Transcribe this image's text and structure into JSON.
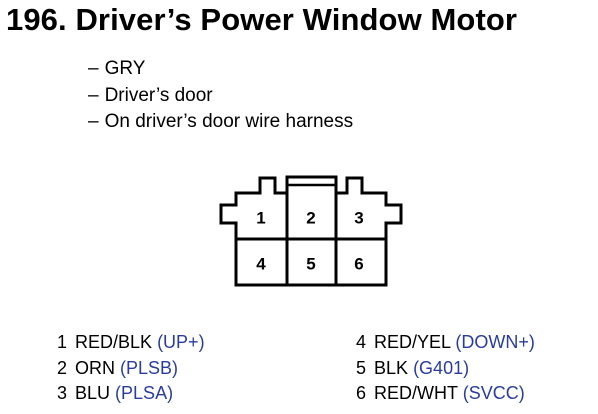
{
  "title": "196. Driver’s Power Window Motor",
  "details": [
    "GRY",
    "Driver’s door",
    "On driver’s door wire harness"
  ],
  "connector": {
    "pins": [
      "1",
      "2",
      "3",
      "4",
      "5",
      "6"
    ]
  },
  "pinout": {
    "left": [
      {
        "pin": "1",
        "wire": "RED/BLK",
        "signal": "(UP+)"
      },
      {
        "pin": "2",
        "wire": "ORN",
        "signal": "(PLSB)"
      },
      {
        "pin": "3",
        "wire": "BLU",
        "signal": "(PLSA)"
      }
    ],
    "right": [
      {
        "pin": "4",
        "wire": "RED/YEL",
        "signal": "(DOWN+)"
      },
      {
        "pin": "5",
        "wire": "BLK",
        "signal": "(G401)"
      },
      {
        "pin": "6",
        "wire": "RED/WHT",
        "signal": "(SVCC)"
      }
    ]
  },
  "colors": {
    "signal_text": "#2a3c9c",
    "line": "#000000"
  }
}
